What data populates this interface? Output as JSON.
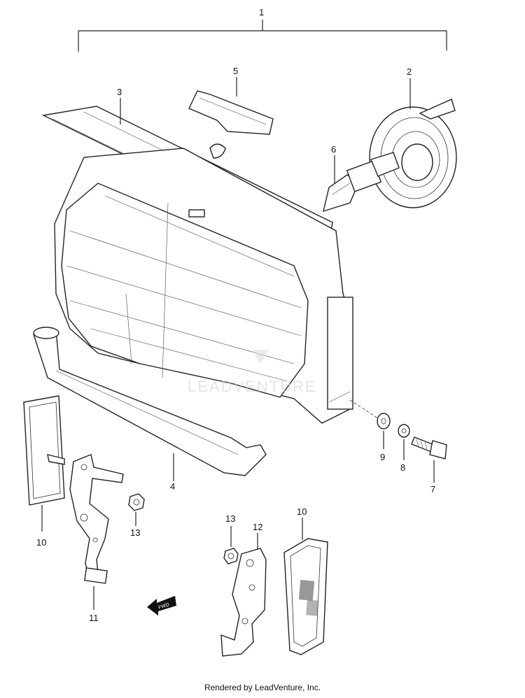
{
  "callouts": {
    "c1": "1",
    "c2": "2",
    "c3": "3",
    "c4": "4",
    "c5": "5",
    "c6": "6",
    "c7": "7",
    "c8": "8",
    "c9": "9",
    "c10a": "10",
    "c10b": "10",
    "c11": "11",
    "c12": "12",
    "c13a": "13",
    "c13b": "13"
  },
  "fwd_label": "FWD",
  "watermark_text": "LEADVENTURE",
  "footer": "Rendered by LeadVenture, Inc."
}
